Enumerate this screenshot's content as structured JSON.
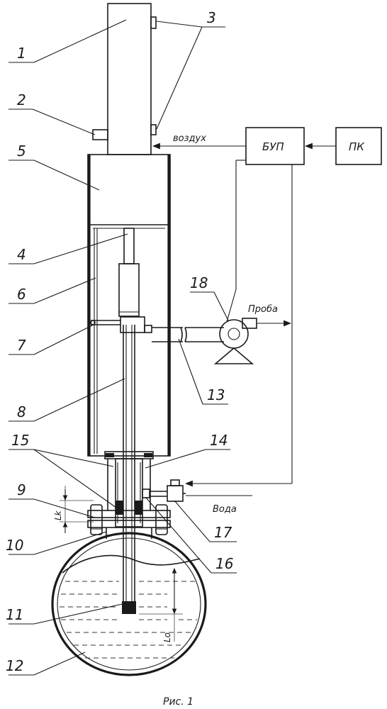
{
  "labels": {
    "n1": "1",
    "n2": "2",
    "n3": "3",
    "n4": "4",
    "n5": "5",
    "n6": "6",
    "n7": "7",
    "n8": "8",
    "n9": "9",
    "n10": "10",
    "n11": "11",
    "n12": "12",
    "n13": "13",
    "n14": "14",
    "n15": "15",
    "n16": "16",
    "n17": "17",
    "n18": "18"
  },
  "blocks": {
    "bup": "БУП",
    "pk": "ПК"
  },
  "flows": {
    "air": "воздух",
    "probe": "Проба",
    "water": "Вода"
  },
  "dims": {
    "lk": "Lk",
    "lo": "Lo"
  },
  "caption": "Рис. 1"
}
